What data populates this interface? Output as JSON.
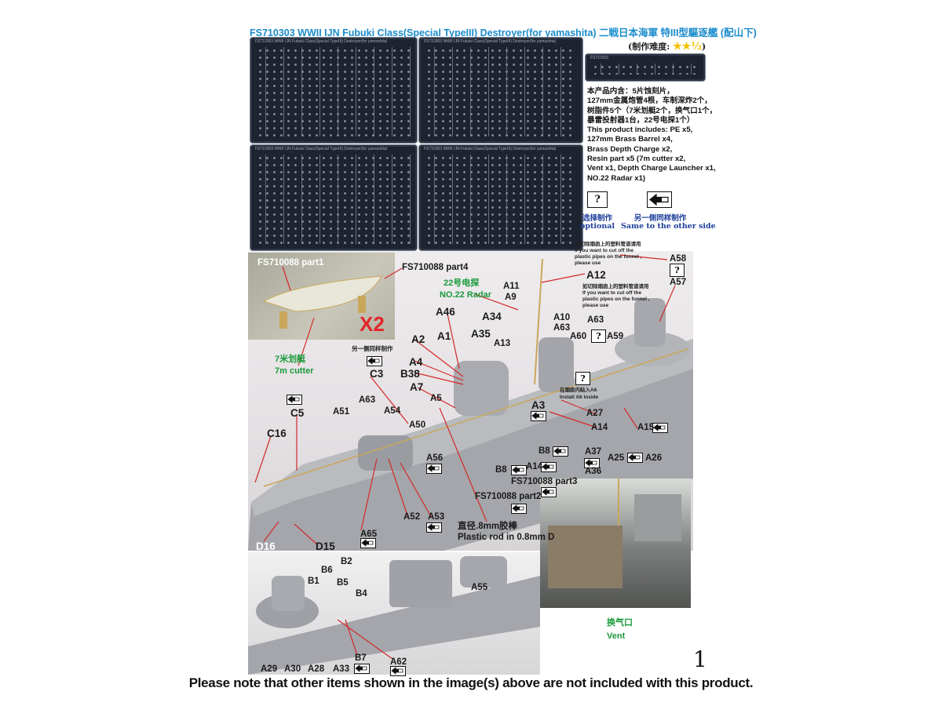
{
  "header": {
    "title": "FS710303 WWII IJN Fubuki Class(Special TypeIII) Destroyer(for yamashita) 二戦日本海軍 特III型驅逐艦 (配山下)",
    "difficulty_label": "(制作难度:",
    "difficulty_stars": "★★½",
    "difficulty_close": ")",
    "difficulty_rating": 2.5
  },
  "pe_sheets": [
    {
      "header": "FS710303 WWII IJN Fubuki Class(Special TypeIII) Destroyer(for yamashita)"
    },
    {
      "header": "FS710303 WWII IJN Fubuki Class(Special TypeIII) Destroyer(for yamashita)"
    },
    {
      "header": "FS710303 WWII IJN Fubuki Class(Special TypeIII) Destroyer(for yamashita)"
    },
    {
      "header": "FS710303 WWII IJN Fubuki Class(Special TypeIII) Destroyer(for yamashita)"
    },
    {
      "header": "FS710303"
    }
  ],
  "contents": {
    "lines": [
      "本产品内含：5片蚀刻片，",
      "127mm金属炮管4根，车制深炸2个，",
      "树脂件5个（7米划艇2个，换气口1个，",
      "暴雷投射器1台，22号电探1个）",
      "This product includes: PE x5,",
      "127mm Brass Barrel x4,",
      "Brass Depth Charge x2,",
      "Resin part x5 (7m cutter x2,",
      "Vent x1, Depth Charge Launcher x1,",
      "NO.22 Radar x1)"
    ]
  },
  "legend": {
    "optional_symbol": "?",
    "optional_cn": "选择制作",
    "optional_en": "optional",
    "same_side_cn": "另一侧同样制作",
    "same_side_en": "Same to the other side"
  },
  "callouts": [
    "FS710088 part1",
    "FS710088 part4",
    "X2",
    "A12",
    "A58",
    "A57",
    "如切除烟囱上的塑料管道请用\nIf you want to cut off the\nplastic pipes on the funnel ,\nplease use",
    "如切除烟囱上的塑料管道请用\nIf you want to cut off the\nplastic pipes on the funnel ,\nplease use",
    "22号电探",
    "NO.22 Radar",
    "A11",
    "A9",
    "A46",
    "A34",
    "A1",
    "A35",
    "A13",
    "A2",
    "A10",
    "A63",
    "A63",
    "A60",
    "A59",
    "另一侧同样制作",
    "C3",
    "7米划艇",
    "7m cutter",
    "A4",
    "B38",
    "A7",
    "A5",
    "在烟囱内贴入A6",
    "Install A6 inside",
    "A3",
    "A27",
    "A14",
    "A15",
    "C5",
    "C16",
    "A63",
    "A51",
    "A54",
    "A50",
    "A56",
    "B8",
    "A37",
    "A36",
    "A25",
    "A26",
    "B8",
    "A14",
    "FS710088 part3",
    "FS710088 part2",
    "A52",
    "A53",
    "直径.8mm胶棒",
    "Plastic rod in 0.8mm D",
    "A65",
    "D16",
    "D15",
    "B1",
    "B6",
    "B2",
    "B5",
    "B4",
    "A55",
    "换气口",
    "Vent",
    "B7",
    "A62",
    "A29",
    "A30",
    "A28",
    "A33"
  ],
  "footer": {
    "note": "Please note that other items shown in the image(s) above are not included with this product.",
    "page_number": "1"
  },
  "colors": {
    "title": "#1b8ccc",
    "callout_line": "#d42a2a",
    "green_label": "#1a9a3a"
  }
}
